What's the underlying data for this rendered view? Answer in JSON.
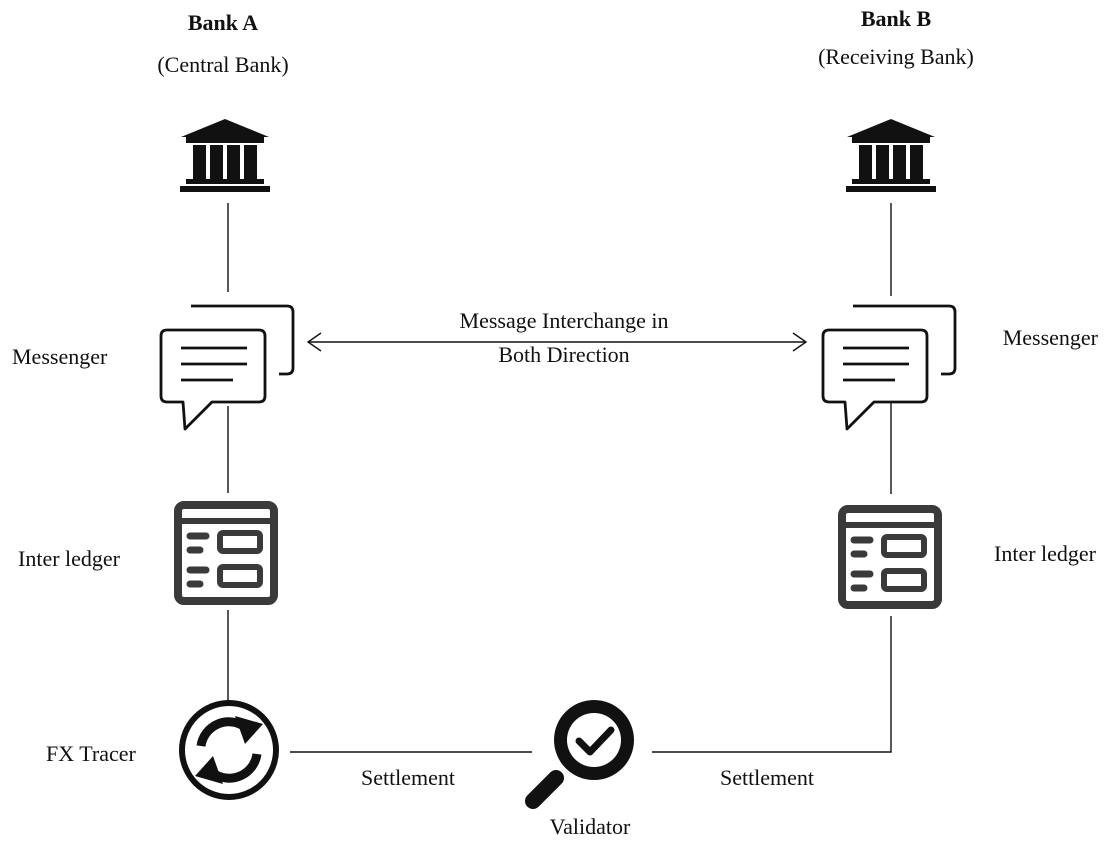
{
  "bank_a": {
    "title": "Bank A",
    "subtitle": "(Central Bank)"
  },
  "bank_b": {
    "title": "Bank B",
    "subtitle": "(Receiving Bank)"
  },
  "left_labels": {
    "messenger": "Messenger",
    "inter_ledger": "Inter ledger",
    "fx_tracer": "FX Tracer"
  },
  "right_labels": {
    "messenger": "Messenger",
    "inter_ledger": "Inter ledger"
  },
  "interchange": {
    "line1": "Message Interchange in",
    "line2": "Both Direction"
  },
  "settlement_left": "Settlement",
  "settlement_right": "Settlement",
  "validator": "Validator",
  "icons": [
    "bank-icon",
    "chat-icon",
    "ledger-icon",
    "exchange-icon",
    "magnifier-check-icon"
  ],
  "colors": {
    "stroke": "#111111",
    "ledger": "#3a3a3a",
    "background": "#ffffff"
  }
}
